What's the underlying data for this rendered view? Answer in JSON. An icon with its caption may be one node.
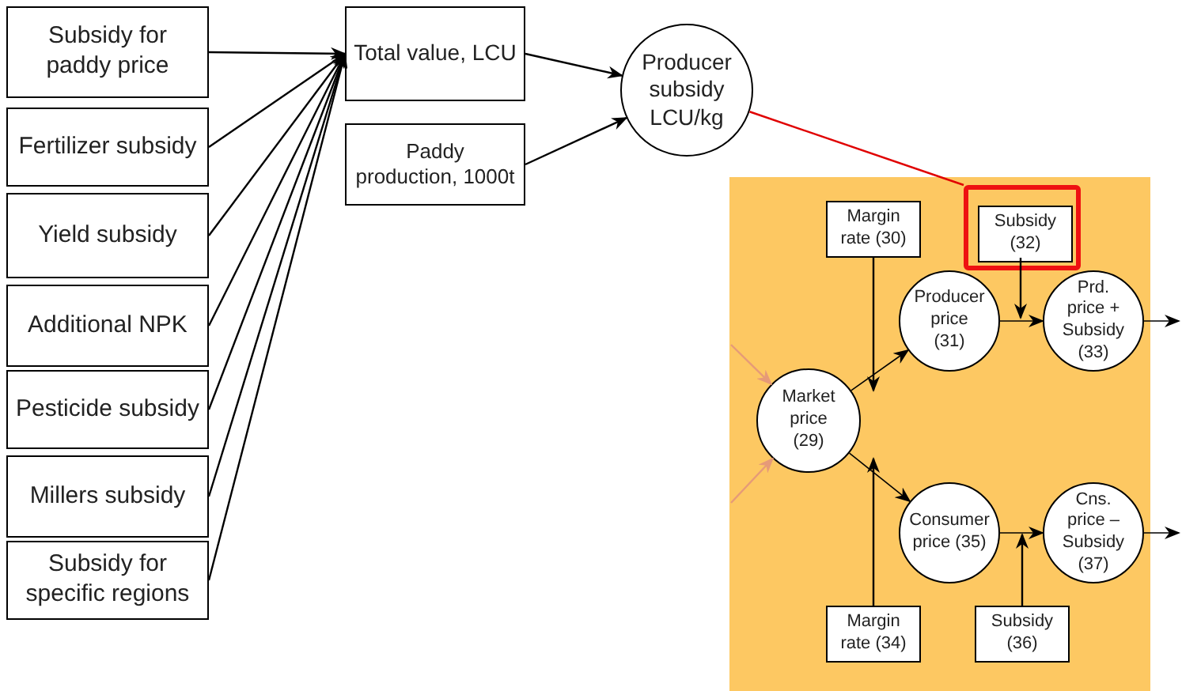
{
  "diagram": {
    "nodes": [
      {
        "text": [
          "Subsidy for paddy price"
        ]
      },
      {
        "text": [
          "Fertilizer subsidy"
        ]
      },
      {
        "text": [
          "Yield subsidy"
        ]
      },
      {
        "text": [
          "Additional NPK"
        ]
      },
      {
        "text": [
          "Pesticide subsidy"
        ]
      },
      {
        "text": [
          "Millers subsidy"
        ]
      },
      {
        "text": [
          "Subsidy for specific regions"
        ]
      },
      {
        "text": [
          "Total value, LCU"
        ]
      },
      {
        "text": [
          "Paddy production, 1000t"
        ]
      },
      {
        "text": [
          "Producer subsidy LCU/kg"
        ]
      },
      {
        "text": [],
        "shape": "box"
      },
      {
        "text": [
          "Margin rate (30)"
        ],
        "in": 10
      },
      {
        "text": [],
        "shape": "box",
        "in": 10
      },
      {
        "text": [
          "Subsidy (32)"
        ],
        "in": 12
      },
      {
        "text": [
          "Producer price (31)"
        ],
        "in": 10
      },
      {
        "text": [
          "Prd. price + Subsidy (33)"
        ],
        "in": 10
      },
      {
        "text": [
          "Market price (29)"
        ],
        "in": 10
      },
      {
        "text": [
          "Consumer price (35)"
        ],
        "in": 10
      },
      {
        "text": [
          "Cns. price – Subsidy (37)"
        ],
        "in": 10
      },
      {
        "text": [
          "Margin rate (34)"
        ],
        "in": 10
      },
      {
        "text": [
          "Subsidy (36)"
        ],
        "in": 10
      }
    ],
    "edges": [
      {
        "from": 0,
        "to": 7,
        "arrow": "to"
      },
      {
        "from": 1,
        "to": 7,
        "arrow": "to"
      },
      {
        "from": 2,
        "to": 7,
        "arrow": "to"
      },
      {
        "from": 3,
        "to": 7,
        "arrow": "to"
      },
      {
        "from": 4,
        "to": 7,
        "arrow": "to"
      },
      {
        "from": 5,
        "to": 7,
        "arrow": "to"
      },
      {
        "from": 6,
        "to": 7,
        "arrow": "to"
      },
      {
        "from": 7,
        "to": 9,
        "arrow": "to"
      },
      {
        "from": 8,
        "to": 9,
        "arrow": "to"
      },
      {
        "from": 9,
        "to": 12,
        "arrow": "none",
        "color": "#e00000"
      },
      {
        "from": 11,
        "to": 16,
        "arrow": "to"
      },
      {
        "from": 19,
        "to": 16,
        "arrow": "to"
      },
      {
        "from": 13,
        "to": 14,
        "arrow": "to"
      },
      {
        "from": 20,
        "to": 17,
        "arrow": "to"
      },
      {
        "from": 16,
        "to": 14,
        "arrow": "to"
      },
      {
        "from": 16,
        "to": 17,
        "arrow": "to"
      },
      {
        "from": 14,
        "to": 15,
        "arrow": "to"
      },
      {
        "from": 17,
        "to": 18,
        "arrow": "to"
      },
      {
        "from": 15,
        "to": null,
        "arrow": "to"
      },
      {
        "from": 18,
        "to": null,
        "arrow": "to"
      },
      {
        "from": null,
        "to": 16,
        "arrow": "to",
        "color": "#e69a78"
      },
      {
        "from": null,
        "to": 16,
        "arrow": "to",
        "color": "#e69a78"
      }
    ]
  }
}
